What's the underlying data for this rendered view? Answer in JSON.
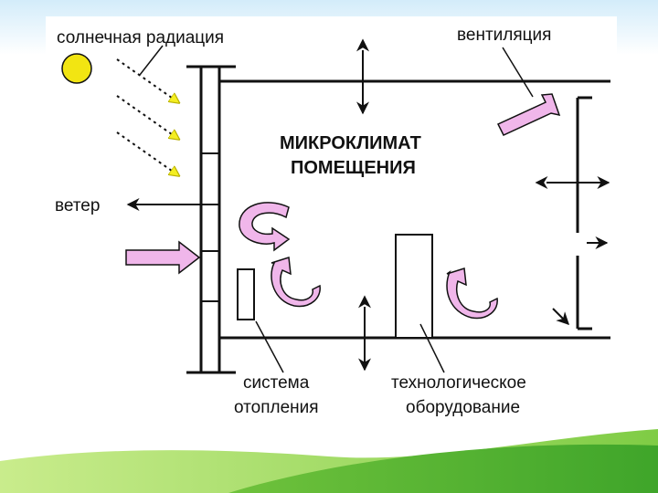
{
  "labels": {
    "solar_radiation": "солнечная радиация",
    "ventilation": "вентиляция",
    "wind": "ветер",
    "microclimate_line1": "МИКРОКЛИМАТ",
    "microclimate_line2": "ПОМЕЩЕНИЯ",
    "heating_line1": "система",
    "heating_line2": "отопления",
    "equipment_line1": "технологическое",
    "equipment_line2": "оборудование"
  },
  "colors": {
    "sun": "#f2e512",
    "ray_arrow": "#f4ee22",
    "flow_arrow": "#f0b6ea",
    "line": "#111111",
    "sky_top": "#d3ecfa",
    "grass_light": "#a6dc62",
    "grass_dark": "#4fb52e"
  }
}
